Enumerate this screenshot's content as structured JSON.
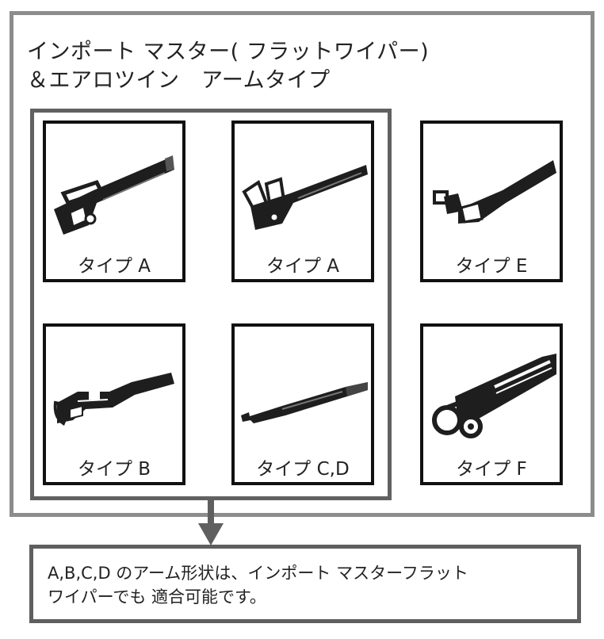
{
  "title": {
    "line1": "インポート マスター( フラットワイパー)",
    "line2": "＆エアロツイン　アームタイプ"
  },
  "cards": [
    {
      "label": "タイプ A",
      "icon": "wiper-arm-type-a-icon"
    },
    {
      "label": "タイプ A",
      "icon": "wiper-arm-type-a-alt-icon"
    },
    {
      "label": "タイプ E",
      "icon": "wiper-arm-type-e-icon"
    },
    {
      "label": "タイプ B",
      "icon": "wiper-arm-type-b-icon"
    },
    {
      "label": "タイプ C,D",
      "icon": "wiper-arm-type-cd-icon"
    },
    {
      "label": "タイプ F",
      "icon": "wiper-arm-type-f-icon"
    }
  ],
  "note": {
    "line1": "A,B,C,D のアーム形状は、インポート マスターフラット",
    "line2": "ワイパーでも 適合可能です。"
  },
  "colors": {
    "outer_border": "#8c8c8c",
    "group_border": "#616161",
    "card_border": "#111111",
    "note_border": "#5f5f5f",
    "arrow": "#5f5f5f"
  }
}
